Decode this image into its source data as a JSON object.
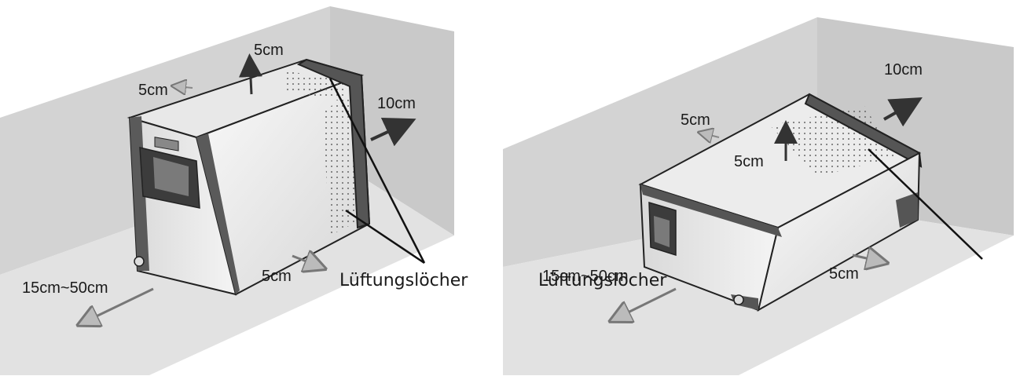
{
  "left_setup": {
    "labels": {
      "top": "5cm",
      "left_back": "5cm",
      "right": "10cm",
      "bottom": "5cm",
      "front": "15cm~50cm"
    },
    "vent_label": "Lüftungslöcher"
  },
  "right_setup": {
    "labels": {
      "back": "10cm",
      "left_back": "5cm",
      "top": "5cm",
      "bottom": "5cm",
      "front": "15cm~50cm"
    },
    "vent_label": "Lüftungslöcher"
  },
  "colors": {
    "wall": "#d4d4d4",
    "wall_edge": "#e6e6e6",
    "device_light": "#f0f0f0",
    "device_mid": "#c8c8c8",
    "device_dark": "#5e5e5e",
    "arrow": "#3a3a3a"
  }
}
